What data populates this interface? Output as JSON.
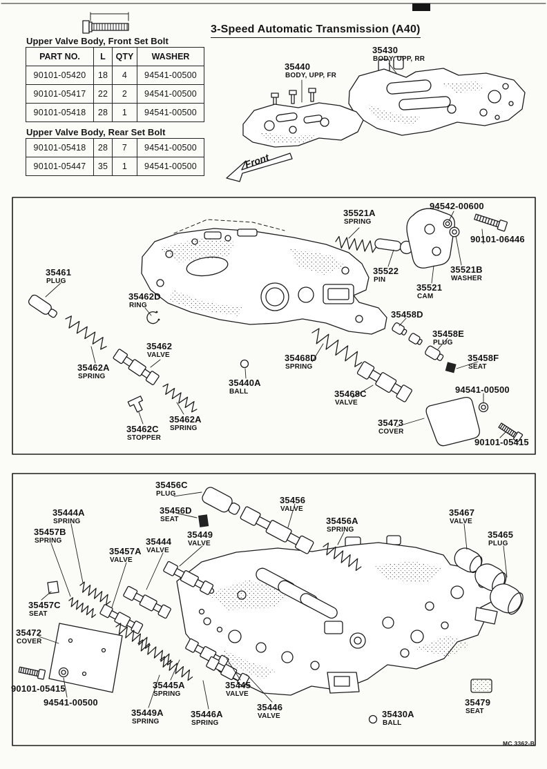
{
  "page": {
    "title": "3-Speed Automatic Transmission (A40)",
    "doc_code": "MC 3362-B"
  },
  "bolt_tables": {
    "front": {
      "caption": "Upper Valve Body, Front Set Bolt",
      "headers": [
        "PART NO.",
        "L",
        "QTY",
        "WASHER"
      ],
      "rows": [
        [
          "90101-05420",
          "18",
          "4",
          "94541-00500"
        ],
        [
          "90101-05417",
          "22",
          "2",
          "94541-00500"
        ],
        [
          "90101-05418",
          "28",
          "1",
          "94541-00500"
        ]
      ]
    },
    "rear": {
      "caption": "Upper Valve Body, Rear Set Bolt",
      "rows": [
        [
          "90101-05418",
          "28",
          "7",
          "94541-00500"
        ],
        [
          "90101-05447",
          "35",
          "1",
          "94541-00500"
        ]
      ]
    }
  },
  "top_assembly": {
    "front_arrow_label": "Front",
    "labels": [
      {
        "code": "35440",
        "desc": "BODY, UPP, FR"
      },
      {
        "code": "35430",
        "desc": "BODY, UPP, RR"
      }
    ]
  },
  "upper_diagram": {
    "callouts": [
      {
        "code": "35521A",
        "desc": "SPRING"
      },
      {
        "code": "94542-00600",
        "desc": ""
      },
      {
        "code": "90101-06446",
        "desc": ""
      },
      {
        "code": "35522",
        "desc": "PIN"
      },
      {
        "code": "35521B",
        "desc": "WASHER"
      },
      {
        "code": "35521",
        "desc": "CAM"
      },
      {
        "code": "35461",
        "desc": "PLUG"
      },
      {
        "code": "35462D",
        "desc": "RING"
      },
      {
        "code": "35462",
        "desc": "VALVE"
      },
      {
        "code": "35462A",
        "desc": "SPRING"
      },
      {
        "code": "35440A",
        "desc": "BALL"
      },
      {
        "code": "35468D",
        "desc": "SPRING"
      },
      {
        "code": "35458D",
        "desc": ""
      },
      {
        "code": "35458E",
        "desc": "PLUG"
      },
      {
        "code": "35458F",
        "desc": "SEAT"
      },
      {
        "code": "35468C",
        "desc": "VALVE"
      },
      {
        "code": "94541-00500",
        "desc": ""
      },
      {
        "code": "35473",
        "desc": "COVER"
      },
      {
        "code": "90101-05415",
        "desc": ""
      },
      {
        "code": "35462C",
        "desc": "STOPPER"
      },
      {
        "code": "35462A",
        "desc": "SPRING"
      }
    ]
  },
  "lower_diagram": {
    "callouts": [
      {
        "code": "35456C",
        "desc": "PLUG"
      },
      {
        "code": "35456",
        "desc": "VALVE"
      },
      {
        "code": "35456D",
        "desc": "SEAT"
      },
      {
        "code": "35456A",
        "desc": "SPRING"
      },
      {
        "code": "35467",
        "desc": "VALVE"
      },
      {
        "code": "35465",
        "desc": "PLUG"
      },
      {
        "code": "35444A",
        "desc": "SPRING"
      },
      {
        "code": "35457B",
        "desc": "SPRING"
      },
      {
        "code": "35444",
        "desc": "VALVE"
      },
      {
        "code": "35449",
        "desc": "VALVE"
      },
      {
        "code": "35457A",
        "desc": "VALVE"
      },
      {
        "code": "35457C",
        "desc": "SEAT"
      },
      {
        "code": "35472",
        "desc": "COVER"
      },
      {
        "code": "90101-05415",
        "desc": ""
      },
      {
        "code": "94541-00500",
        "desc": ""
      },
      {
        "code": "35445A",
        "desc": "SPRING"
      },
      {
        "code": "35449A",
        "desc": "SPRING"
      },
      {
        "code": "35446A",
        "desc": "SPRING"
      },
      {
        "code": "35445",
        "desc": "VALVE"
      },
      {
        "code": "35446",
        "desc": "VALVE"
      },
      {
        "code": "35430A",
        "desc": "BALL"
      },
      {
        "code": "35479",
        "desc": "SEAT"
      }
    ]
  }
}
